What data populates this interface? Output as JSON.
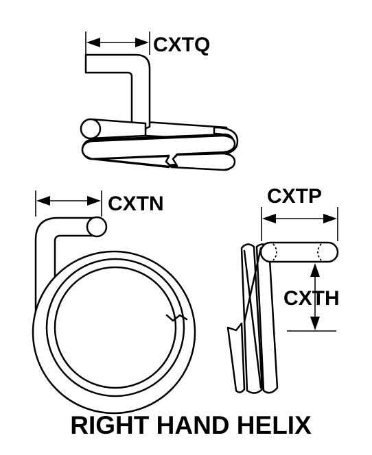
{
  "labels": {
    "cxtq": "CXTQ",
    "cxtn": "CXTN",
    "cxtp": "CXTP",
    "cxth": "CXTH"
  },
  "caption": "RIGHT HAND HELIX",
  "colors": {
    "ink": "#000000",
    "paper": "#ffffff"
  }
}
